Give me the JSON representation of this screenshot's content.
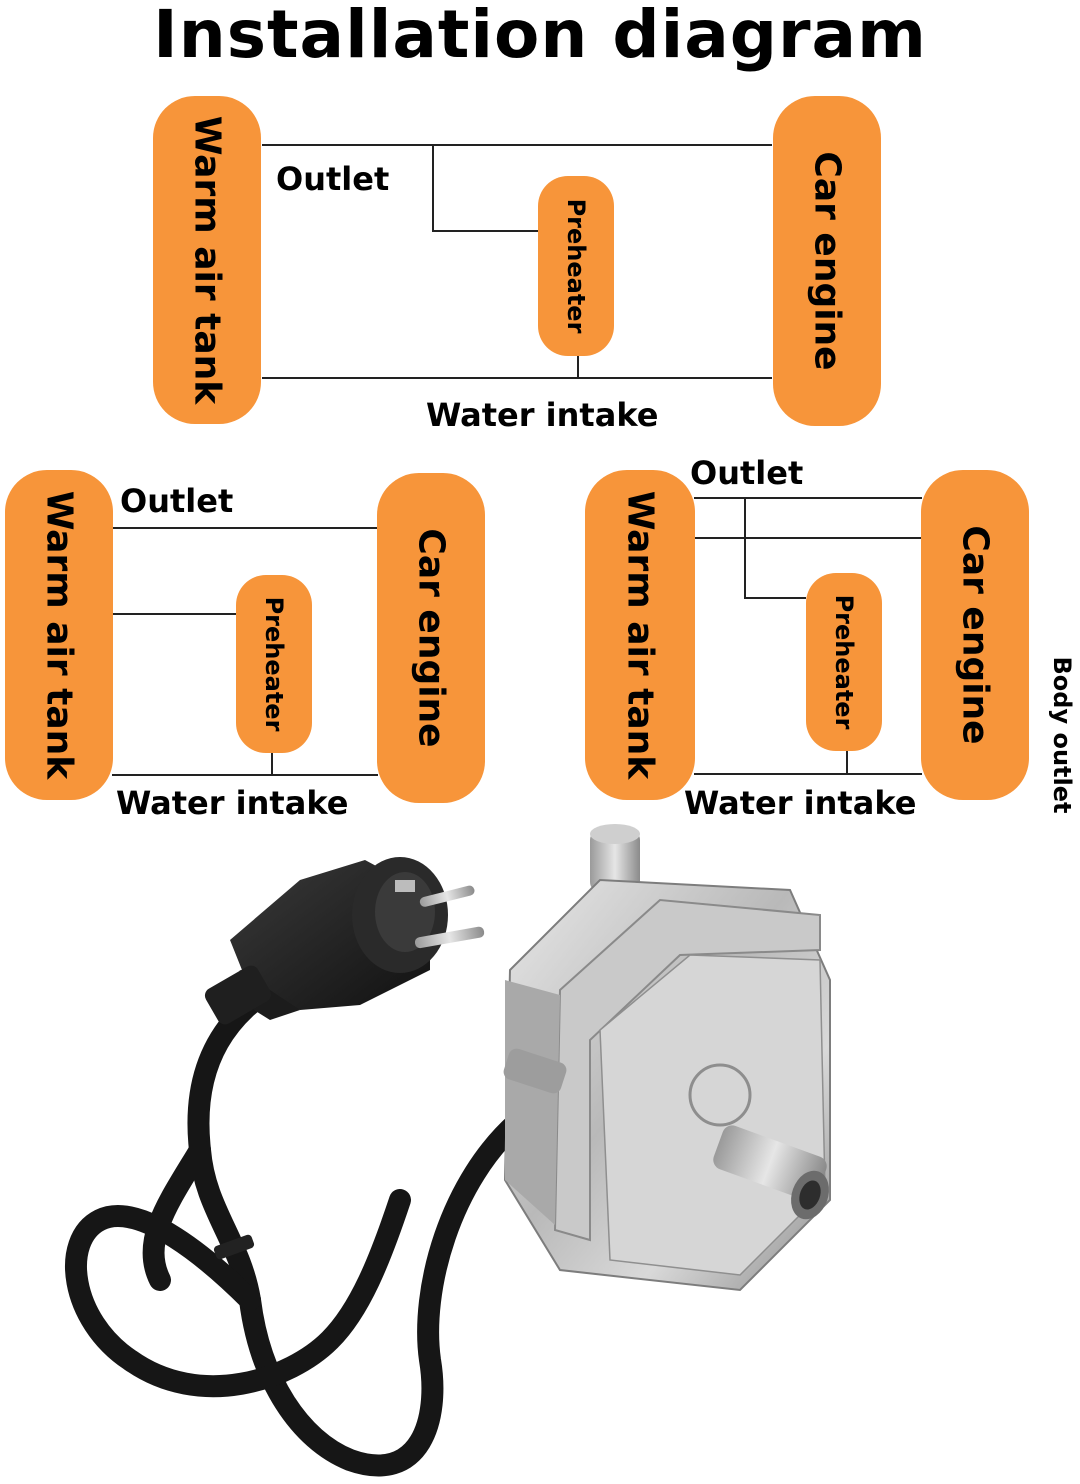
{
  "title": "Installation diagram",
  "diagrams": {
    "top": {
      "left_box": "Warm air tank",
      "right_box": "Car engine",
      "middle_box": "Preheater",
      "outlet_label": "Outlet",
      "intake_label": "Water intake"
    },
    "bottom_left": {
      "left_box": "Warm air tank",
      "right_box": "Car engine",
      "middle_box": "Preheater",
      "outlet_label": "Outlet",
      "intake_label": "Water intake"
    },
    "bottom_right": {
      "left_box": "Warm air tank",
      "right_box": "Car engine",
      "middle_box": "Preheater",
      "outlet_label": "Outlet",
      "intake_label": "Water intake",
      "side_label": "Body outlet"
    }
  },
  "colors": {
    "box_fill": "#f7953a",
    "line": "#222222",
    "text": "#000000"
  }
}
